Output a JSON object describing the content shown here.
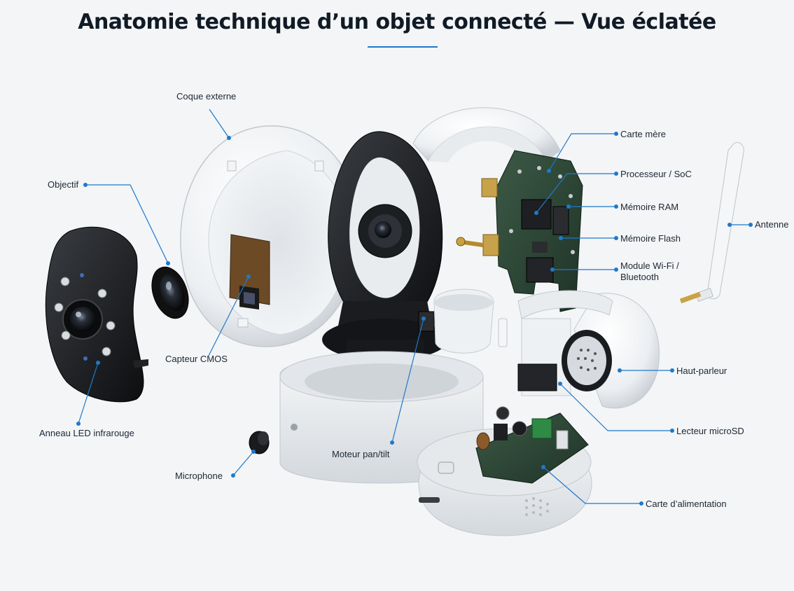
{
  "title": "Anatomie technique d’un objet connecté — Vue éclatée",
  "accent_color": "#1f79c9",
  "labels": {
    "coque_externe": "Coque externe",
    "objectif": "Objectif",
    "capteur_cmos": "Capteur CMOS",
    "anneau_led": "Anneau LED infrarouge",
    "microphone": "Microphone",
    "moteur": "Moteur pan/tilt",
    "carte_mere": "Carte mère",
    "processeur": "Processeur / SoC",
    "ram": "Mémoire RAM",
    "flash": "Mémoire Flash",
    "wifi_line1": "Module Wi-Fi /",
    "wifi_line2": "Bluetooth",
    "antenne": "Antenne",
    "haut_parleur": "Haut-parleur",
    "microsd": "Lecteur microSD",
    "alimentation": "Carte d’alimentation"
  }
}
